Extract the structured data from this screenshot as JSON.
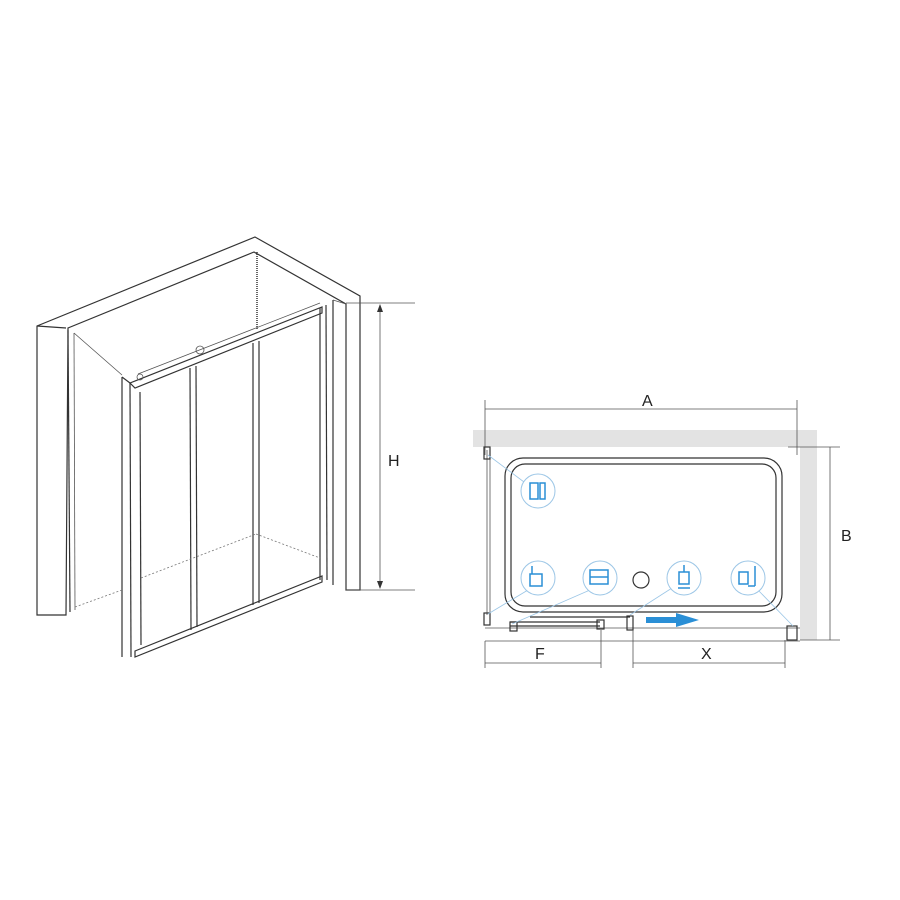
{
  "labels": {
    "height": "H",
    "width": "A",
    "depth": "B",
    "fixed_panel": "F",
    "opening": "X"
  },
  "colors": {
    "line": "#333333",
    "wall_band": "#e3e3e3",
    "accent_blue": "#2a8fd6",
    "icon_circle": "#9cc6e6"
  },
  "icons": [
    "wall-profile-icon",
    "roller-icon",
    "glass-panel-icon",
    "door-handle-icon",
    "fixed-profile-icon"
  ]
}
